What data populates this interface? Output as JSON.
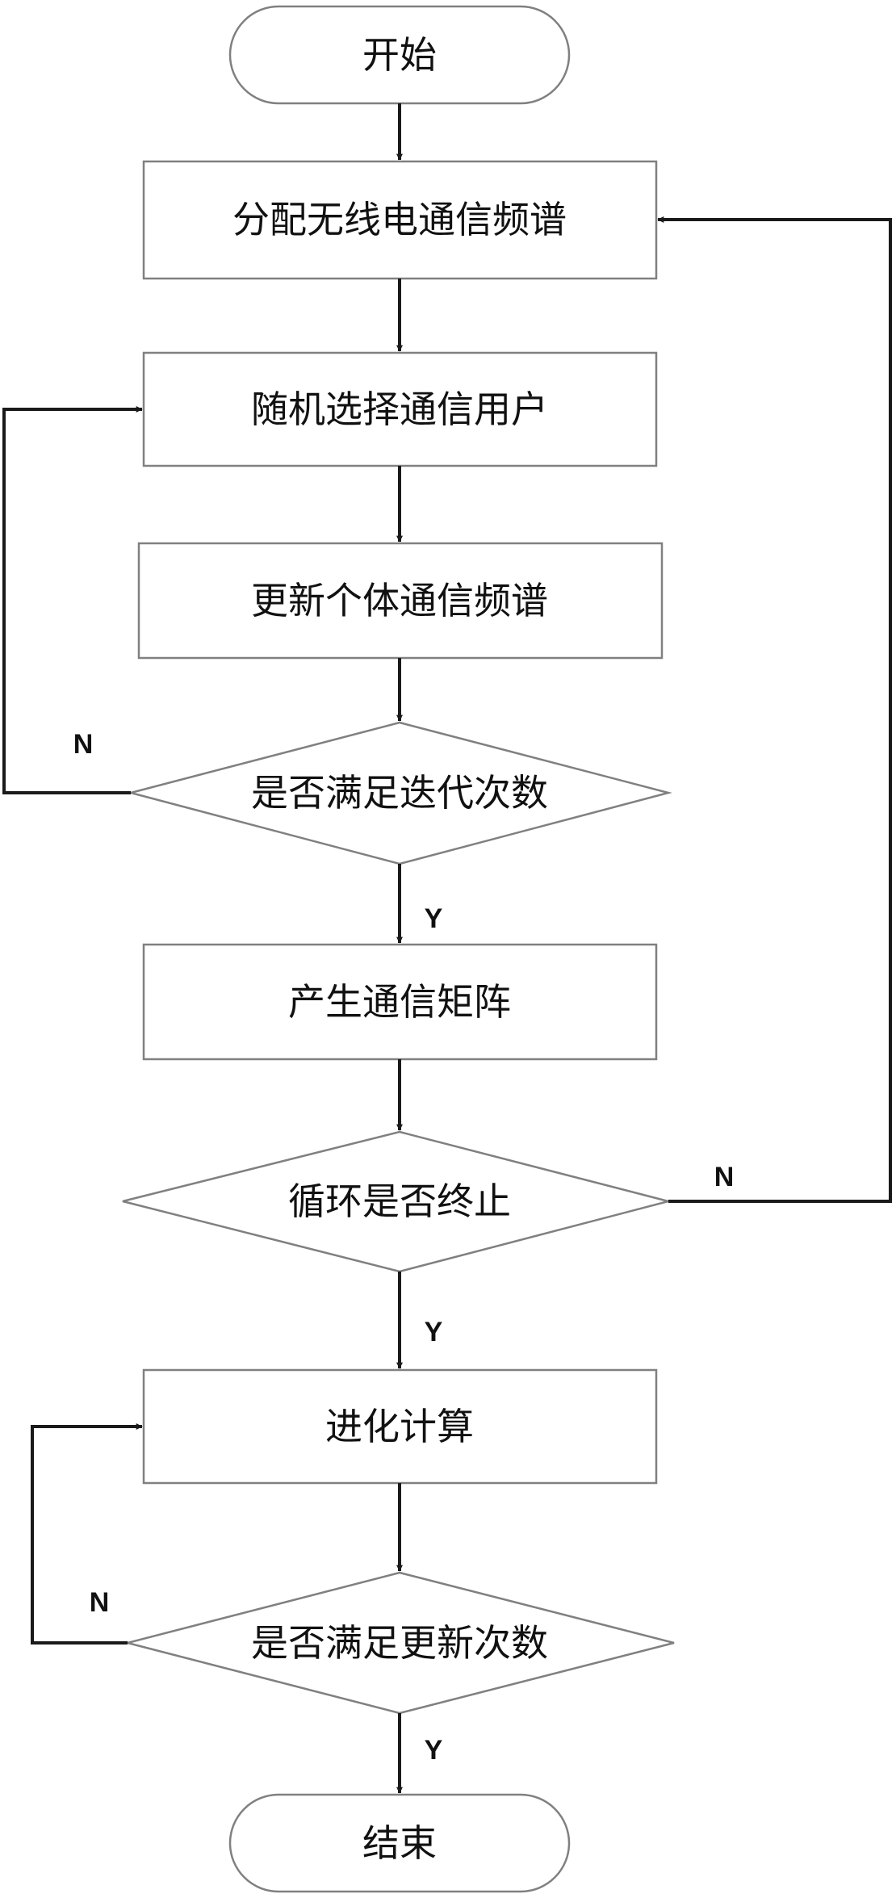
{
  "nodes": {
    "start": "开始",
    "allocate": "分配无线电通信频谱",
    "select": "随机选择通信用户",
    "update": "更新个体通信频谱",
    "check_iter": "是否满足迭代次数",
    "generate": "产生通信矩阵",
    "check_loop": "循环是否终止",
    "evolve": "进化计算",
    "check_update": "是否满足更新次数",
    "end": "结束"
  },
  "labels": {
    "yes": "Y",
    "no": "N"
  }
}
